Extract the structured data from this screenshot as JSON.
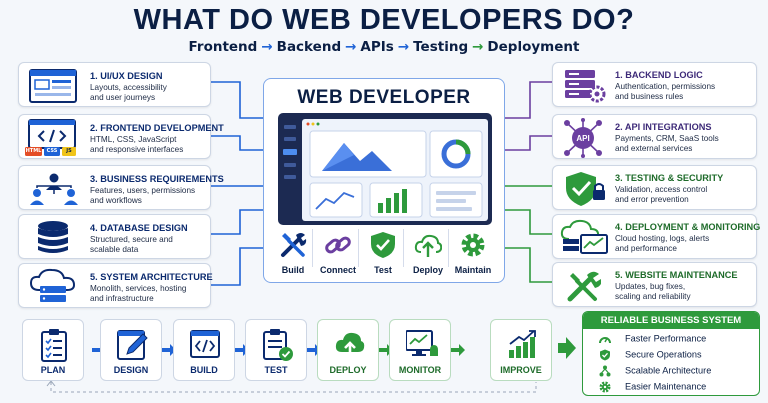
{
  "title": "WHAT DO WEB DEVELOPERS DO?",
  "subtitle": {
    "steps": [
      "Frontend",
      "Backend",
      "APIs",
      "Testing",
      "Deployment"
    ],
    "arrow": "→"
  },
  "left_cards": [
    {
      "title": "1. UI/UX DESIGN",
      "desc": "Layouts, accessibility\nand user journeys"
    },
    {
      "title": "2. FRONTEND DEVELOPMENT",
      "desc": "HTML, CSS, JavaScript\nand responsive interfaces",
      "tags": [
        "HTML",
        "CSS",
        "JS"
      ]
    },
    {
      "title": "3. BUSINESS REQUIREMENTS",
      "desc": "Features, users, permissions\nand workflows"
    },
    {
      "title": "4. DATABASE DESIGN",
      "desc": "Structured, secure and\nscalable data"
    },
    {
      "title": "5. SYSTEM ARCHITECTURE",
      "desc": "Monolith, services, hosting\nand infrastructure"
    }
  ],
  "right_cards": [
    {
      "title": "1. BACKEND LOGIC",
      "desc": "Authentication, permissions\nand business rules"
    },
    {
      "title": "2. API INTEGRATIONS",
      "desc": "Payments, CRM, SaaS tools\nand external services",
      "badge": "API"
    },
    {
      "title": "3. TESTING & SECURITY",
      "desc": "Validation, access control\nand error prevention"
    },
    {
      "title": "4. DEPLOYMENT & MONITORING",
      "desc": "Cloud hosting, logs, alerts\nand performance"
    },
    {
      "title": "5. WEBSITE MAINTENANCE",
      "desc": "Updates, bug fixes,\nscaling and reliability"
    }
  ],
  "center": {
    "title": "WEB DEVELOPER",
    "tools": [
      "Build",
      "Connect",
      "Test",
      "Deploy",
      "Maintain"
    ]
  },
  "workflow": [
    "PLAN",
    "DESIGN",
    "BUILD",
    "TEST",
    "DEPLOY",
    "MONITOR",
    "IMPROVE"
  ],
  "reliable": {
    "header": "RELIABLE BUSINESS SYSTEM",
    "items": [
      "Faster Performance",
      "Secure Operations",
      "Scalable Architecture",
      "Easier Maintenance"
    ]
  },
  "colors": {
    "navy": "#0b1f44",
    "blue": "#1f63d6",
    "purple": "#6b3fa0",
    "green": "#2e9a3c"
  }
}
